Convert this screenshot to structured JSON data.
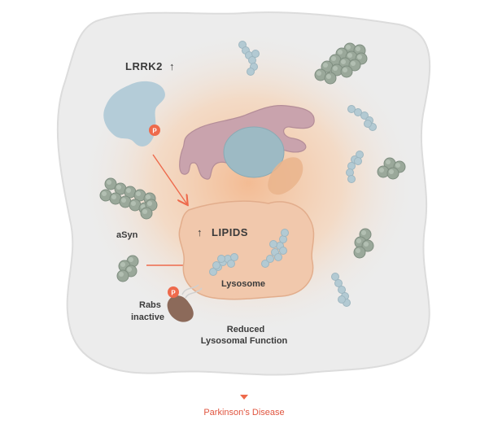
{
  "labels": {
    "lrrk2": "LRRK2",
    "asyn": "aSyn",
    "lipids": "LIPIDS",
    "lysosome": "Lysosome",
    "rabs_line1": "Rabs",
    "rabs_line2": "inactive",
    "reduced_line1": "Reduced",
    "reduced_line2": "Lysosomal Function",
    "outcome": "Parkinson's Disease",
    "phospho": "P",
    "up_arrow": "↑"
  },
  "colors": {
    "accent": "#ee6a4c",
    "cell_fill": "#ececec",
    "glow": "#f6c9a4",
    "lrrk2_protein": "#b4ccd8",
    "golgi": "#c9a3ad",
    "nucleus": "#9dbac4",
    "lysosome_fill": "#f1c8ac",
    "asyn_aggregate": "#9aa89a",
    "fibril": "#b3cad3",
    "rabs": "#8c6a5a"
  },
  "icons": [
    "up-arrow-icon",
    "phospho-badge-icon",
    "arrow-right-icon",
    "triangle-down-icon"
  ]
}
